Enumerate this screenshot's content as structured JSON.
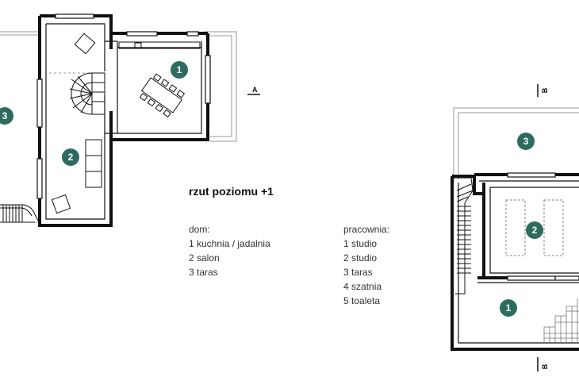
{
  "title": "rzut poziomu +1",
  "legend_dom": {
    "heading": "dom:",
    "items": [
      "1 kuchnia / jadalnia",
      "2 salon",
      "3 taras"
    ]
  },
  "legend_pracownia": {
    "heading": "pracownia:",
    "items": [
      "1 studio",
      "2 studio",
      "3 taras",
      "4 szatnia",
      "5 toaleta"
    ]
  },
  "section_marks": {
    "a": "A",
    "b_top": "B",
    "b_bottom": "B"
  },
  "badges": {
    "house_taras": "3",
    "house_kitchen": "1",
    "house_salon": "2",
    "studio_taras": "3",
    "studio_2": "2",
    "studio_1": "1"
  },
  "colors": {
    "badge": "#2e6b5f",
    "wall": "#111111",
    "thin": "#999999"
  }
}
